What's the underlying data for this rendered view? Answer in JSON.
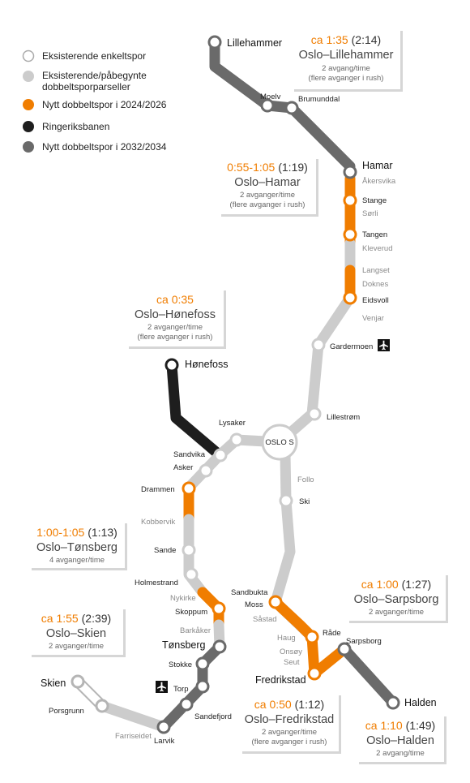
{
  "colors": {
    "existing_single": "#ffffff",
    "existing_double": "#cccccc",
    "new_2024_2026": "#f07d00",
    "ringeriksbanen": "#1e1e1e",
    "new_2032_2034": "#6a6a6a",
    "accent_time": "#f07d00"
  },
  "legend": [
    {
      "key": "existing_single",
      "label": "Eksisterende enkeltspor"
    },
    {
      "key": "existing_double",
      "label": "Eksisterende/påbegynte",
      "label2": "dobbeltsporparseller"
    },
    {
      "key": "new_2024_2026",
      "label": "Nytt dobbeltspor i 2024/2026"
    },
    {
      "key": "ringeriksbanen",
      "label": "Ringeriksbanen"
    },
    {
      "key": "new_2032_2034",
      "label": "Nytt dobbeltspor i 2032/2034"
    }
  ],
  "center": {
    "label": "OSLO S"
  },
  "stations": {
    "lillehammer": "Lillehammer",
    "moelv": "Moelv",
    "brumunddal": "Brumunddal",
    "hamar": "Hamar",
    "akersvika": "Åkersvika",
    "stange": "Stange",
    "sorli": "Sørli",
    "tangen": "Tangen",
    "kleverud": "Kleverud",
    "langset": "Langset",
    "doknes": "Doknes",
    "eidsvoll": "Eidsvoll",
    "venjar": "Venjar",
    "gardermoen": "Gardermoen",
    "lillestrom": "Lillestrøm",
    "honefoss": "Hønefoss",
    "lysaker": "Lysaker",
    "sandvika": "Sandvika",
    "asker": "Asker",
    "drammen": "Drammen",
    "kobbervik": "Kobbervik",
    "sande": "Sande",
    "holmestrand": "Holmestrand",
    "nykirke": "Nykirke",
    "skoppum": "Skoppum",
    "barkaker": "Barkåker",
    "tonsberg": "Tønsberg",
    "stokke": "Stokke",
    "torp": "Torp",
    "sandefjord": "Sandefjord",
    "larvik": "Larvik",
    "farriseidet": "Farriseidet",
    "porsgrunn": "Porsgrunn",
    "skien": "Skien",
    "follo": "Follo",
    "ski": "Ski",
    "sandbukta": "Sandbukta",
    "moss": "Moss",
    "sastad": "Såstad",
    "haug": "Haug",
    "rade": "Råde",
    "onsoy": "Onsøy",
    "seut": "Seut",
    "fredrikstad": "Fredrikstad",
    "sarpsborg": "Sarpsborg",
    "halden": "Halden"
  },
  "boxes": [
    {
      "id": "lillehammer",
      "time": "ca 1:35",
      "paren": "(2:14)",
      "route": "Oslo–Lillehammer",
      "notes": [
        "2 avgang/time",
        "(flere avganger i rush)"
      ]
    },
    {
      "id": "hamar",
      "time": "0:55-1:05",
      "paren": "(1:19)",
      "route": "Oslo–Hamar",
      "notes": [
        "2 avganger/time",
        "(flere avganger i rush)"
      ]
    },
    {
      "id": "honefoss",
      "time": "ca 0:35",
      "paren": "",
      "route": "Oslo–Hønefoss",
      "notes": [
        "2 avganger/time",
        "(flere avganger i rush)"
      ]
    },
    {
      "id": "tonsberg",
      "time": "1:00-1:05",
      "paren": "(1:13)",
      "route": "Oslo–Tønsberg",
      "notes": [
        "4 avganger/time"
      ]
    },
    {
      "id": "skien",
      "time": "ca 1:55",
      "paren": "(2:39)",
      "route": "Oslo–Skien",
      "notes": [
        "2 avganger/time"
      ]
    },
    {
      "id": "sarpsborg",
      "time": "ca 1:00",
      "paren": "(1:27)",
      "route": "Oslo–Sarpsborg",
      "notes": [
        "2 avganger/time"
      ]
    },
    {
      "id": "fredrikstad",
      "time": "ca 0:50",
      "paren": "(1:12)",
      "route": "Oslo–Fredrikstad",
      "notes": [
        "2 avganger/time",
        "(flere avganger i rush)"
      ]
    },
    {
      "id": "halden",
      "time": "ca 1:10",
      "paren": "(1:49)",
      "route": "Oslo–Halden",
      "notes": [
        "2 avgang/time"
      ]
    }
  ],
  "icons": {
    "airport": "airplane-icon"
  }
}
